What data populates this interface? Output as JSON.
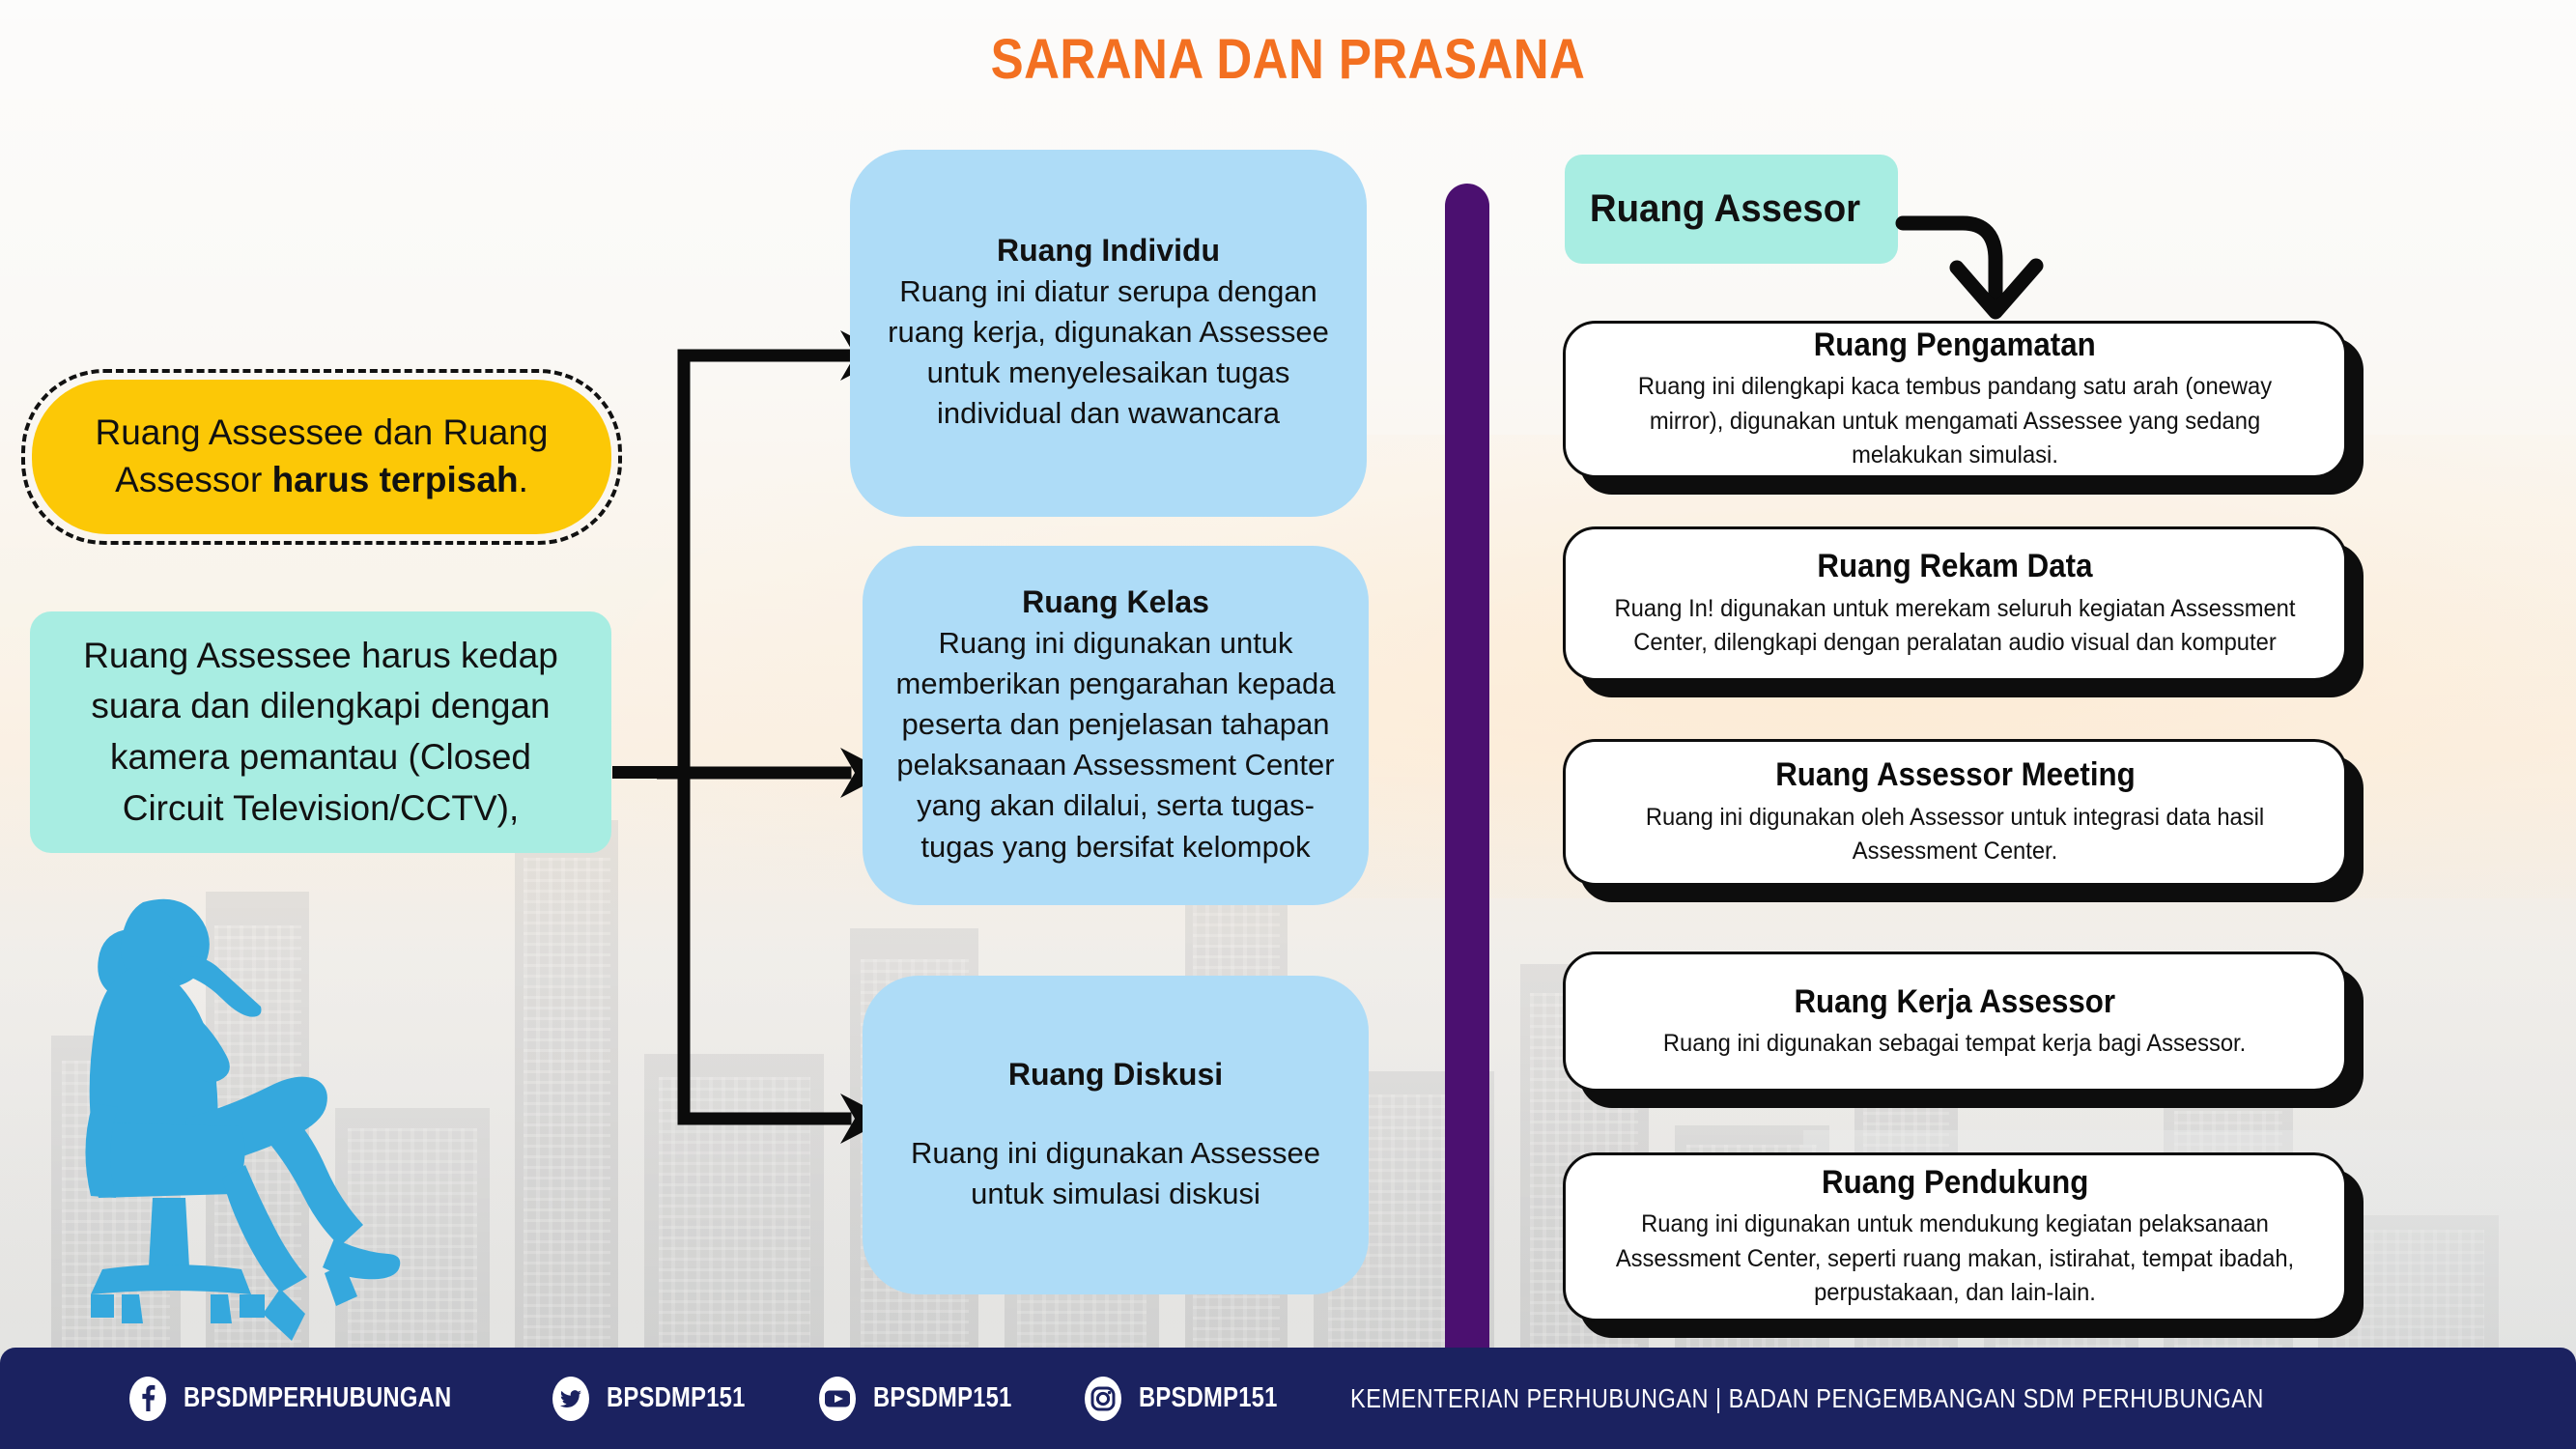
{
  "title": "SARANA DAN PRASANA",
  "colors": {
    "title_orange": "#F37021",
    "yellow": "#FCC806",
    "teal": "#A8EDE2",
    "light_blue": "#AEDCF7",
    "purple_bar": "#4B1070",
    "footer_navy": "#1B2260",
    "card_white": "#FFFFFF",
    "silhouette_blue": "#35A8DD"
  },
  "left_callouts": {
    "yellow_note": {
      "text_plain": "Ruang Assessee dan Ruang Assessor harus terpisah.",
      "text_before": "Ruang Assessee dan Ruang Assessor ",
      "text_bold": "harus terpisah",
      "text_after": "."
    },
    "teal_note": {
      "text": "Ruang Assessee harus kedap suara dan dilengkapi dengan kamera pemantau (Closed Circuit Television/CCTV),"
    }
  },
  "assessee_rooms": [
    {
      "title": "Ruang Individu",
      "body": "Ruang ini diatur serupa dengan ruang kerja, digunakan Assessee untuk menyelesaikan tugas individual dan wawancara"
    },
    {
      "title": "Ruang Kelas",
      "body": "Ruang ini digunakan untuk memberikan pengarahan kepada peserta dan penjelasan tahapan pelaksanaan Assessment Center yang akan dilalui, serta tugas-tugas yang bersifat kelompok"
    },
    {
      "title": "Ruang Diskusi",
      "body": "Ruang ini digunakan Assessee untuk simulasi diskusi"
    }
  ],
  "assessor_section": {
    "label": "Ruang Assesor",
    "rooms": [
      {
        "title": "Ruang Pengamatan",
        "body": "Ruang ini dilengkapi kaca tembus pandang satu arah (oneway mirror), digunakan untuk mengamati Assessee yang sedang melakukan simulasi."
      },
      {
        "title": "Ruang Rekam Data",
        "body": "Ruang In! digunakan untuk merekam seluruh kegiatan Assessment Center, dilengkapi dengan peralatan audio visual dan komputer"
      },
      {
        "title": "Ruang Assessor Meeting",
        "body": "Ruang ini digunakan oleh Assessor untuk integrasi data hasil Assessment Center."
      },
      {
        "title": "Ruang Kerja Assessor",
        "body": "Ruang ini digunakan sebagai tempat kerja bagi Assessor."
      },
      {
        "title": "Ruang Pendukung",
        "body": "Ruang ini digunakan untuk mendukung kegiatan pelaksanaan Assessment Center, seperti ruang makan, istirahat, tempat ibadah, perpustakaan, dan lain-lain."
      }
    ]
  },
  "footer": {
    "socials": [
      {
        "icon": "facebook-icon",
        "handle": "BPSDMPERHUBUNGAN"
      },
      {
        "icon": "twitter-icon",
        "handle": "BPSDMP151"
      },
      {
        "icon": "youtube-icon",
        "handle": "BPSDMP151"
      },
      {
        "icon": "instagram-icon",
        "handle": "BPSDMP151"
      }
    ],
    "ministry_line": "KEMENTERIAN PERHUBUNGAN | BADAN PENGEMBANGAN SDM PERHUBUNGAN"
  }
}
